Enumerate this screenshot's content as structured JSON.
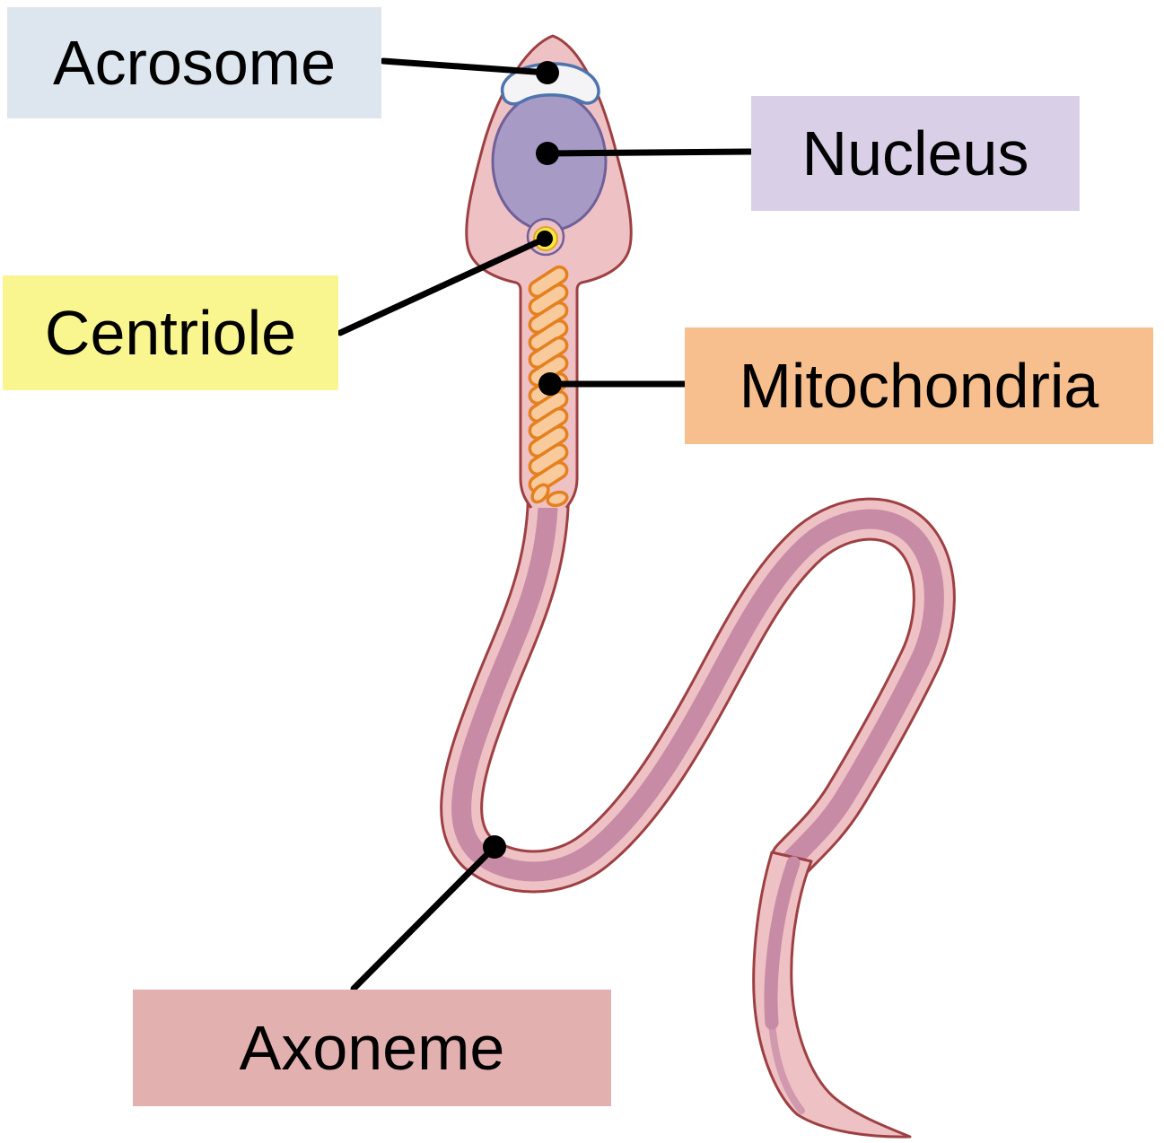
{
  "figure": {
    "type": "labeled-biology-diagram",
    "subject": "Sperm cell structure diagram",
    "background_color": "#ffffff",
    "leader_line_color": "#000000",
    "pointer_dot_color": "#000000"
  },
  "labels": [
    {
      "key": "acrosome",
      "text": "Acrosome",
      "bg_color": "#dde6ee"
    },
    {
      "key": "nucleus",
      "text": "Nucleus",
      "bg_color": "#d9cfe7"
    },
    {
      "key": "centriole",
      "text": "Centriole",
      "bg_color": "#faf68f"
    },
    {
      "key": "mitochondria",
      "text": "Mitochondria",
      "bg_color": "#f7bf8e"
    },
    {
      "key": "axoneme",
      "text": "Axoneme",
      "bg_color": "#e3b0b0"
    }
  ],
  "diagram_colors": {
    "cell_body_fill": "#eec1c4",
    "cell_outline": "#9e4043",
    "axoneme_stripe": "#c78ba6",
    "nucleus_fill": "#a79bc5",
    "nucleus_outline": "#6f609a",
    "acrosome_fill": "#f4f3f5",
    "acrosome_outline": "#4e74ae",
    "centriole_yellow": "#f6e93c",
    "centriole_ring_edge": "#dfa42c",
    "mitochondria_fill": "#f9ca9b",
    "mitochondria_outline": "#e5801f"
  }
}
